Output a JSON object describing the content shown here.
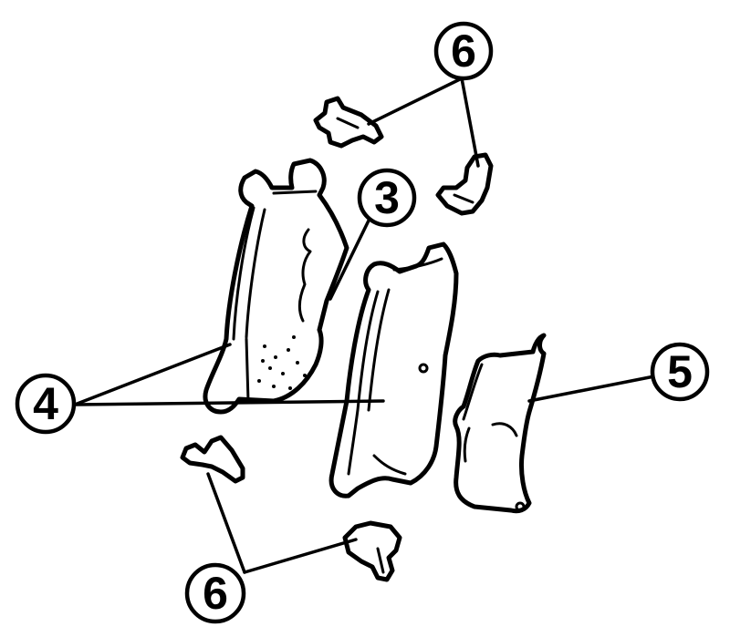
{
  "callouts": {
    "pin_top": "6",
    "shim": "3",
    "pads": "4",
    "inner_shim": "5",
    "pin_bottom": "6"
  }
}
